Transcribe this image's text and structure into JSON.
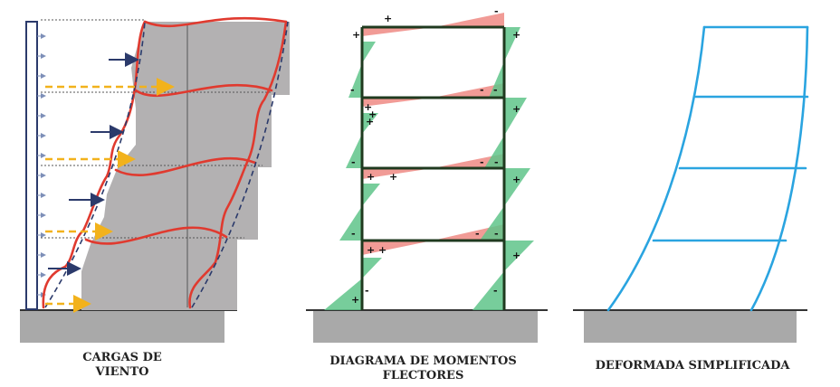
{
  "panels": [
    {
      "id": "wind-loads",
      "caption_lines": [
        "CARGAS DE",
        "VIENTO"
      ]
    },
    {
      "id": "moment-diagram",
      "caption_lines": [
        "DIAGRAMA DE MOMENTOS",
        "FLECTORES"
      ]
    },
    {
      "id": "simplified-deformation",
      "caption_lines": [
        "DEFORMADA SIMPLIFICADA"
      ]
    }
  ],
  "colors": {
    "ground": "#a9a9a9",
    "building": "#b3b1b2",
    "bent_frame": "#e03a2f",
    "wind_arrow": "#2b3a6b",
    "load_arrow": "#f2b21c",
    "moment_positive": "#ee8a84",
    "moment_negative": "#5fc48a",
    "frame": "#1f3a1f",
    "deformed": "#2aa4e0"
  },
  "icons": [
    "arrow-right-icon",
    "dashed-arrow-icon"
  ]
}
